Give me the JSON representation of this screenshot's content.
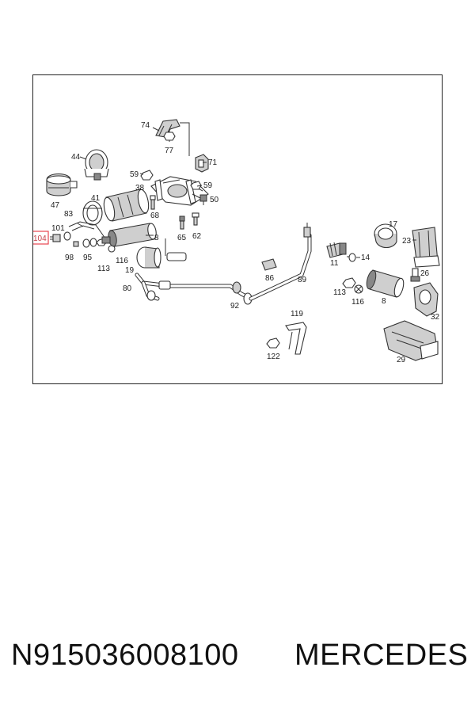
{
  "diagram": {
    "callouts": {
      "c74": "74",
      "c77": "77",
      "c71": "71",
      "c44": "44",
      "c59a": "59",
      "c38": "38",
      "c59b": "59",
      "c50": "50",
      "c47": "47",
      "c41": "41",
      "c68": "68",
      "c83": "83",
      "c101": "101",
      "c104": "104",
      "c65": "65",
      "c62": "62",
      "c8a": "8",
      "c98": "98",
      "c95": "95",
      "c116a": "116",
      "c113a": "113",
      "c19": "19",
      "c80": "80",
      "c86": "86",
      "c89": "89",
      "c92": "92",
      "c17": "17",
      "c23": "23",
      "c11": "11",
      "c14": "14",
      "c26": "26",
      "c113b": "113",
      "c116b": "116",
      "c8b": "8",
      "c32": "32",
      "c119": "119",
      "c122": "122",
      "c29": "29"
    },
    "highlight_color": "#e8454f"
  },
  "footer": {
    "part_number": "N915036008100",
    "brand": "MERCEDES"
  }
}
